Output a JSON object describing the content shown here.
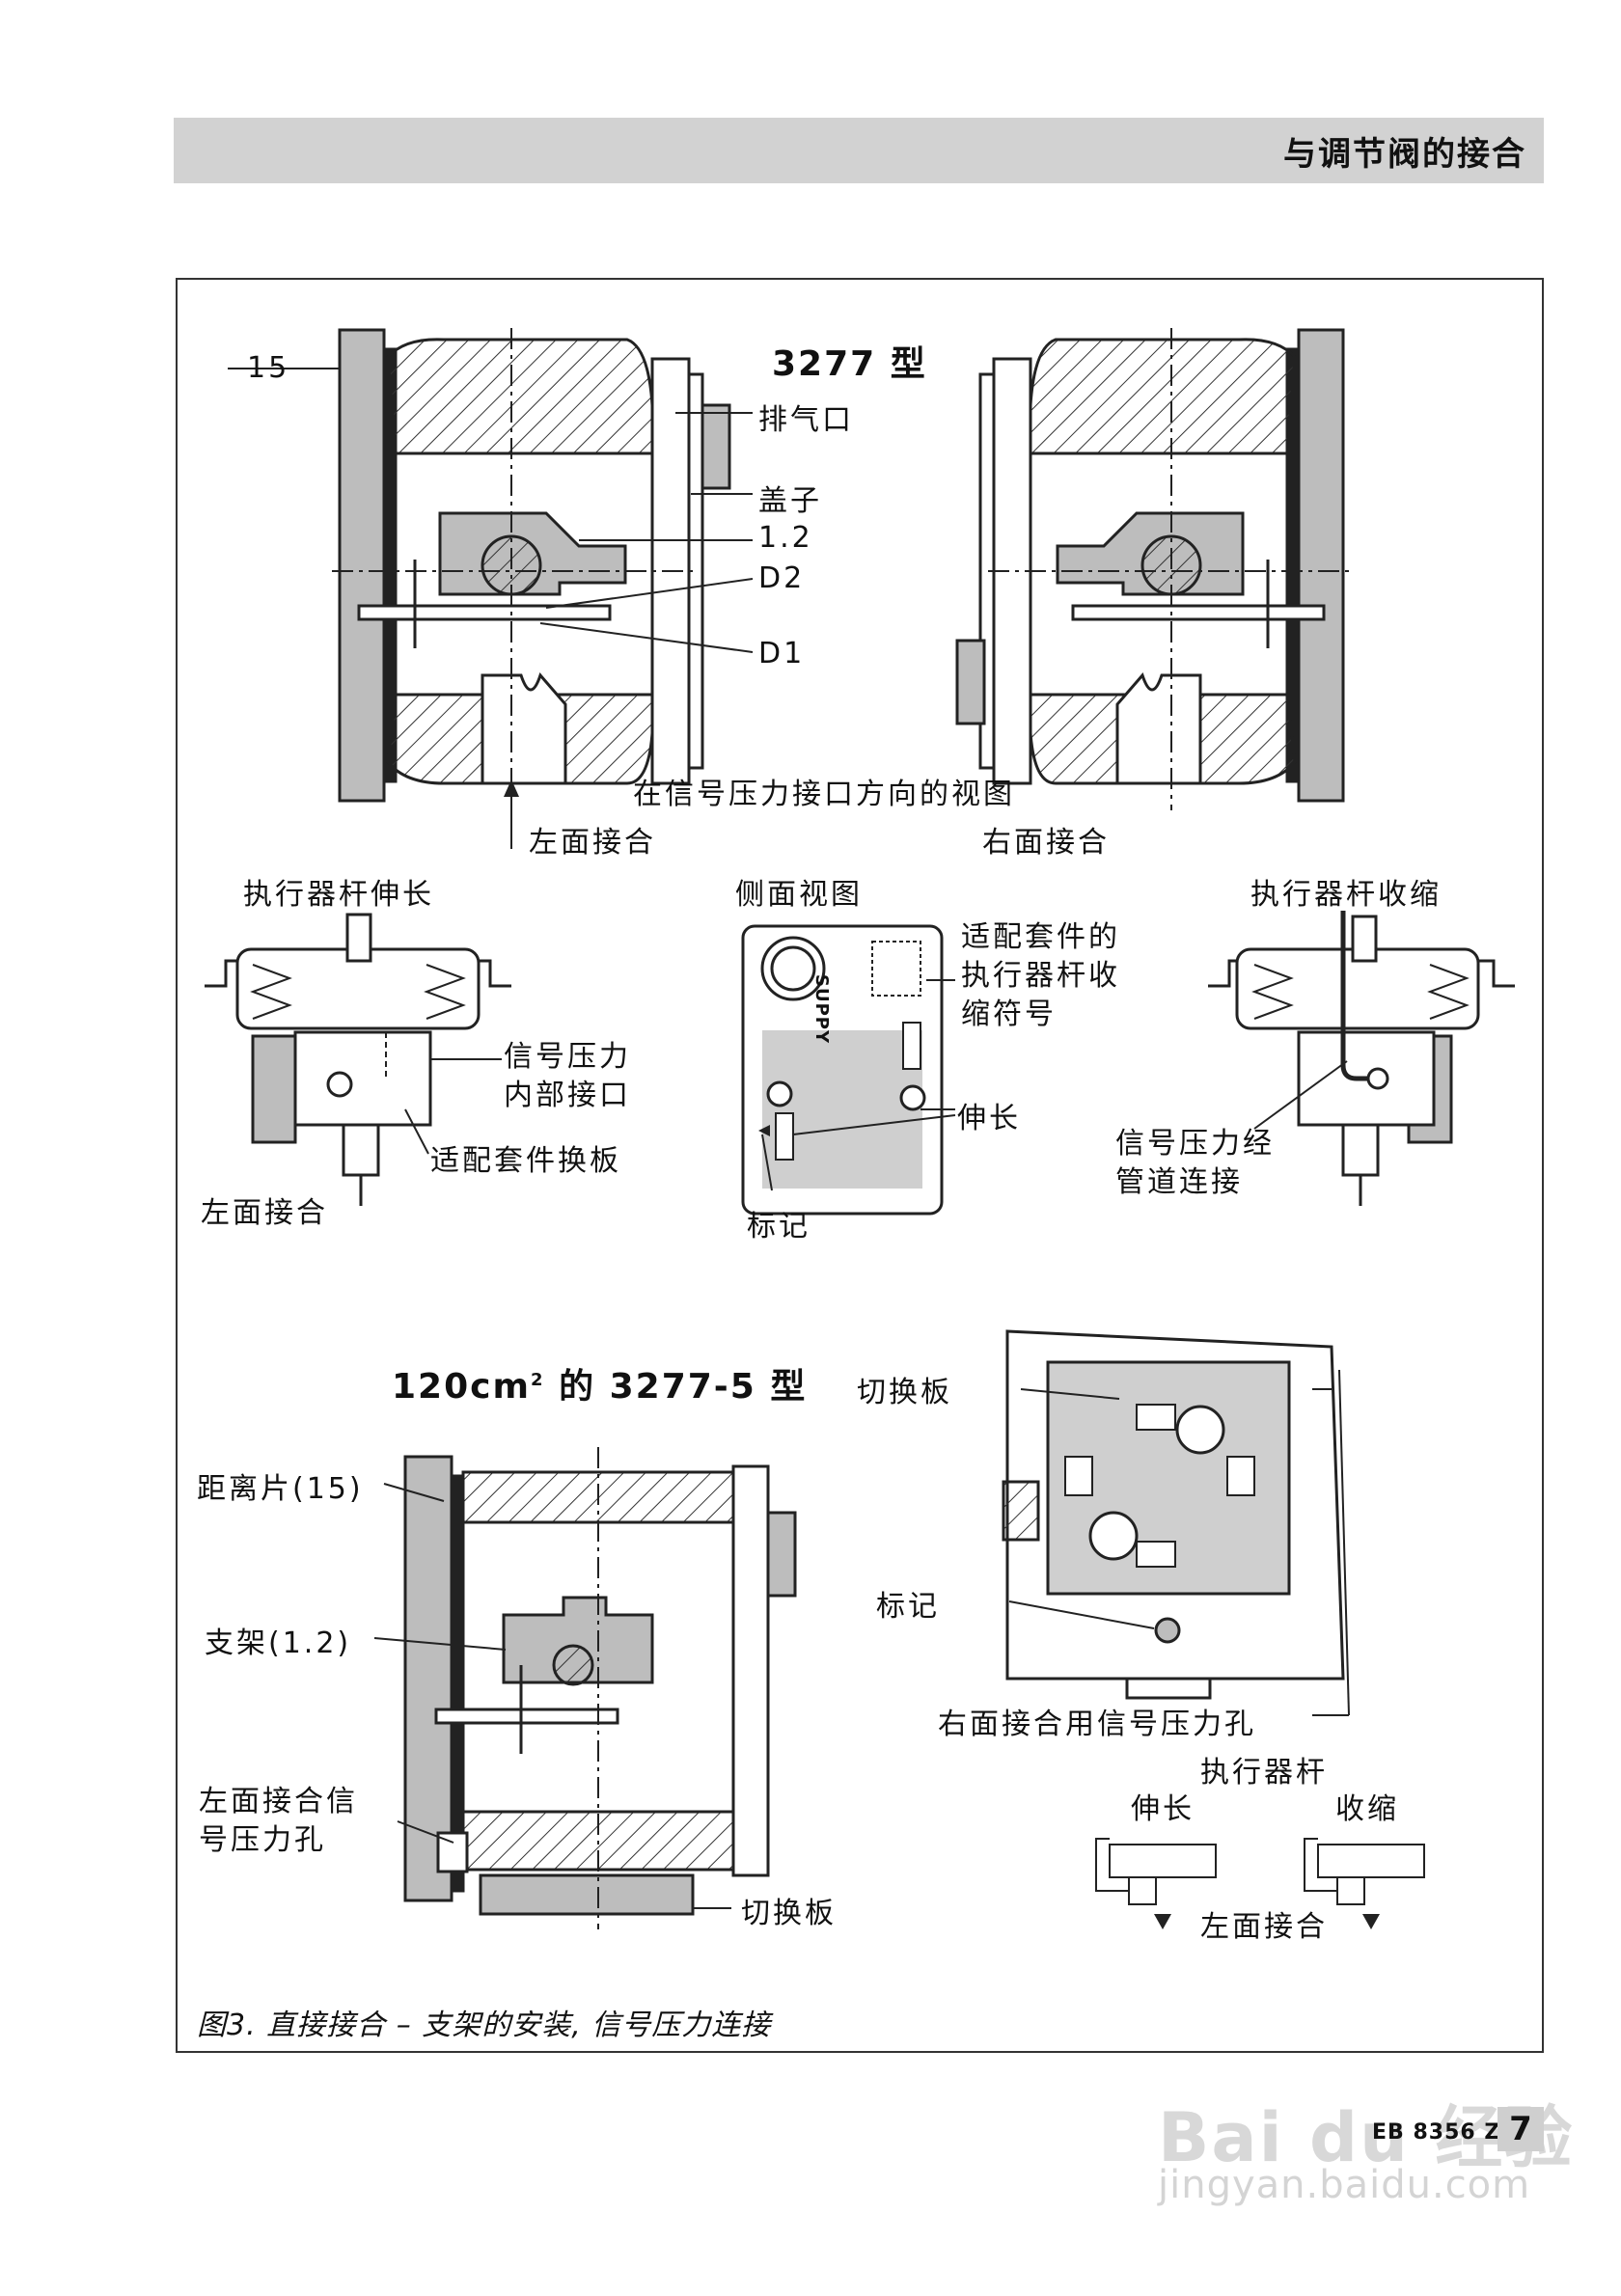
{
  "header": {
    "title": "与调节阀的接合"
  },
  "top": {
    "title": "3277 型",
    "part_15": "15",
    "vent": "排气口",
    "cover": "盖子",
    "ref_12": "1.2",
    "ref_d2": "D2",
    "ref_d1": "D1",
    "view_caption": "在信号压力接口方向的视图",
    "left_mount": "左面接合",
    "right_mount": "右面接合"
  },
  "middle": {
    "stem_extend": "执行器杆伸长",
    "side_view": "侧面视图",
    "stem_retract": "执行器杆收缩",
    "supply_text": "SUPPY",
    "adapter_symbol_line1": "适配套件的",
    "adapter_symbol_line2": "执行器杆收",
    "adapter_symbol_line3": "缩符号",
    "internal_port_line1": "信号压力",
    "internal_port_line2": "内部接口",
    "adapter_plate": "适配套件换板",
    "left_mount": "左面接合",
    "extend": "伸长",
    "mark": "标记",
    "piped_line1": "信号压力经",
    "piped_line2": "管道连接"
  },
  "bottom": {
    "title_main": "120cm",
    "title_sup": "2",
    "title_rest": " 的 3277-5 型",
    "spacer": "距离片(15)",
    "bracket": "支架(1.2)",
    "left_hole_line1": "左面接合信",
    "left_hole_line2": "号压力孔",
    "switch_plate_bottom": "切换板",
    "switch_plate_right": "切换板",
    "mark": "标记",
    "right_hole": "右面接合用信号压力孔",
    "stem": "执行器杆",
    "extend": "伸长",
    "retract": "收缩",
    "left_mount": "左面接合"
  },
  "caption": "图3. 直接接合 – 支架的安装, 信号压力连接",
  "footer": {
    "doc_code": "EB 8356 ZH",
    "page": "7"
  },
  "watermark": {
    "brand": "Bai du 经验",
    "url": "jingyan.baidu.com"
  }
}
